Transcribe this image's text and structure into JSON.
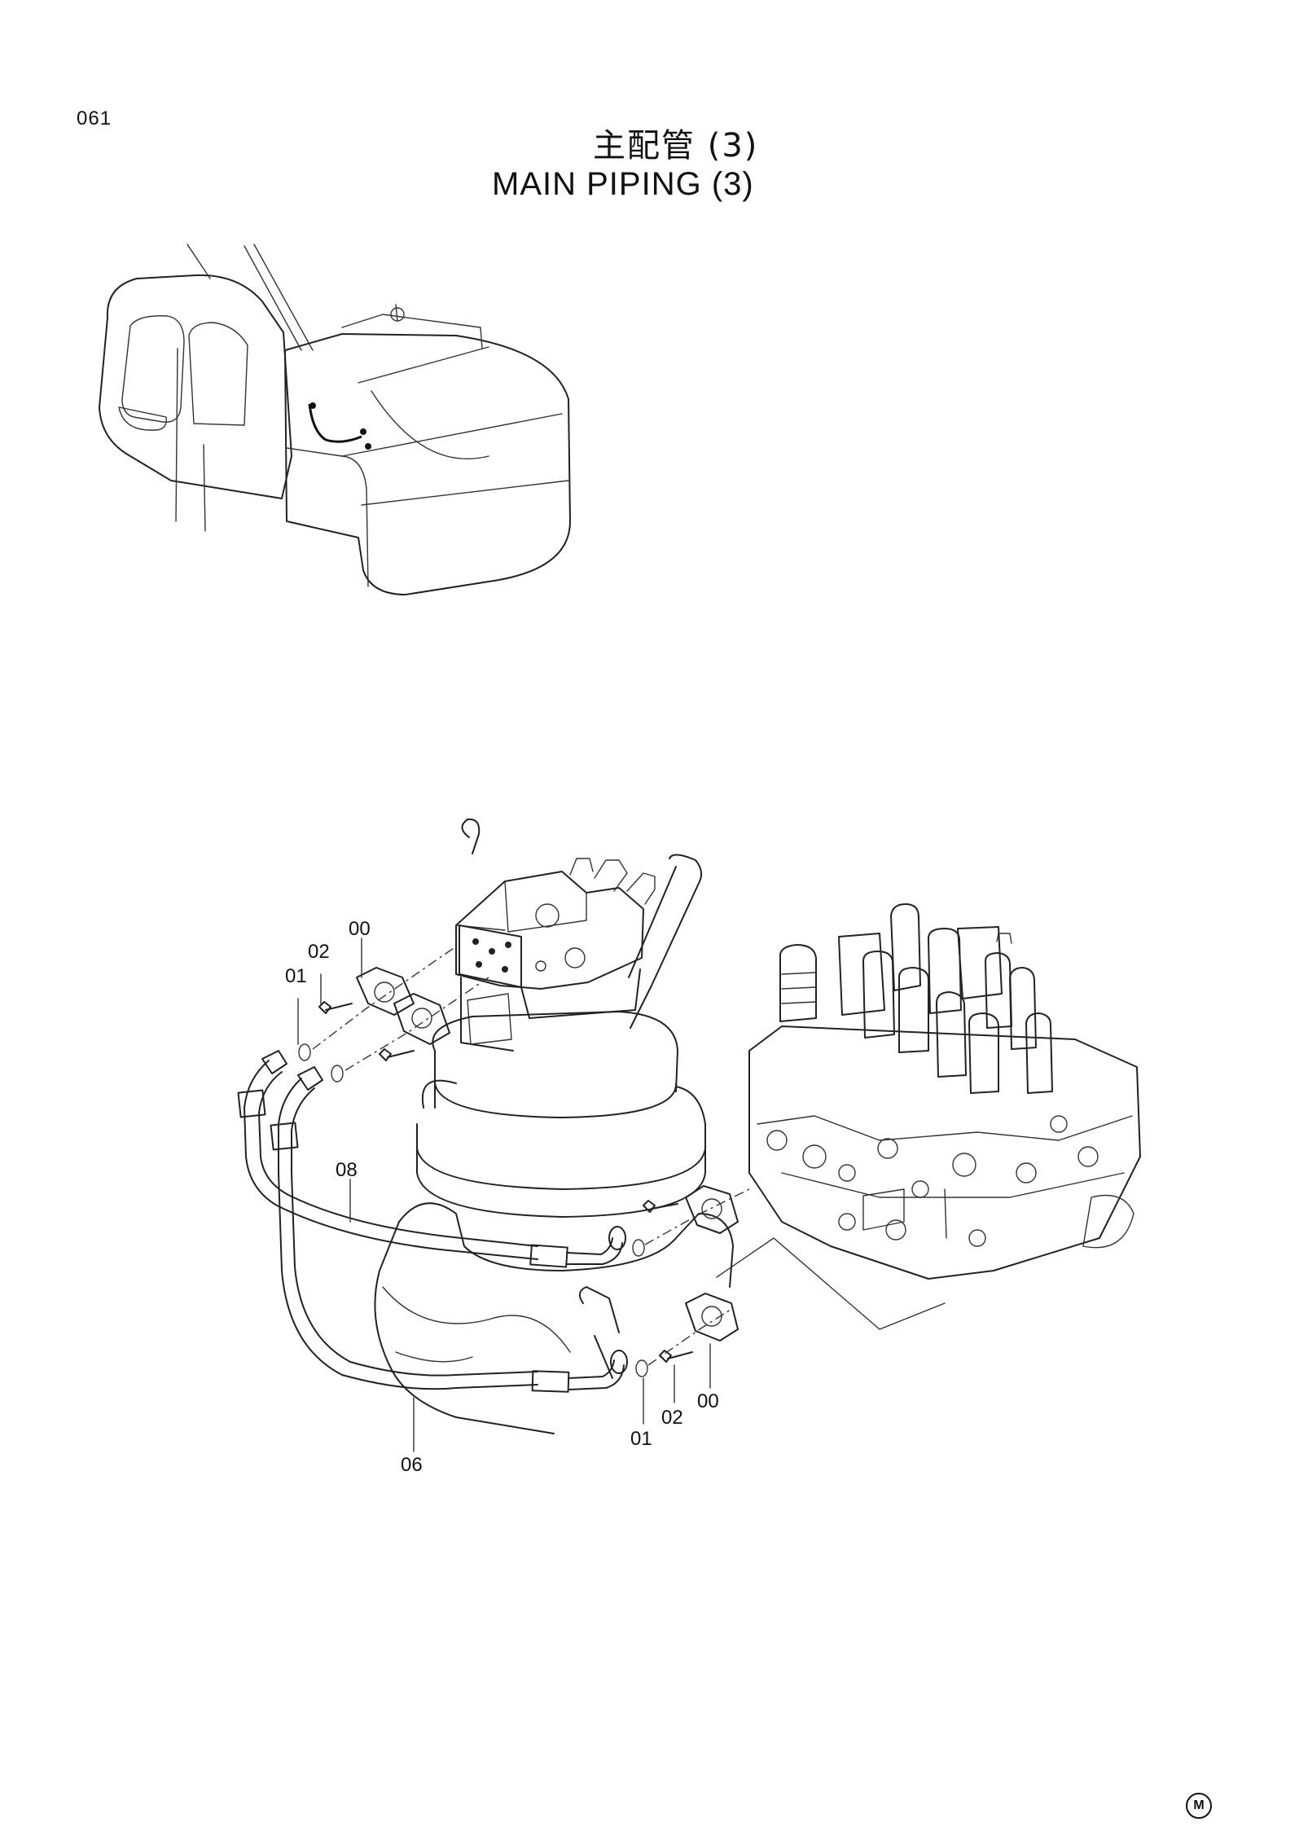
{
  "page_number": "061",
  "title_jp": "主配管 (3)",
  "title_en": "MAIN PIPING (3)",
  "callouts": {
    "part_00_upper": "00",
    "part_02_upper": "02",
    "part_01_upper": "01",
    "part_08": "08",
    "part_06": "06",
    "part_01_lower": "01",
    "part_02_lower": "02",
    "part_00_lower": "00"
  },
  "corner_mark": "M"
}
